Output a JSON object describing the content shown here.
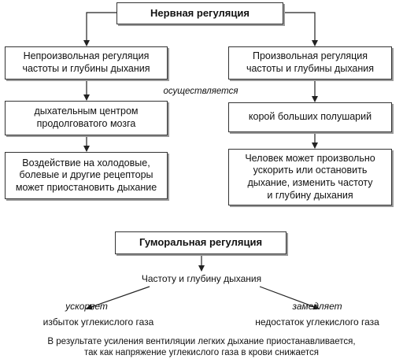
{
  "nervous": {
    "title": "Нервная регуляция",
    "involuntary": {
      "line1": "Непроизвольная регуляция",
      "line2": "частоты и глубины дыхания",
      "executor_line1": "дыхательным центром",
      "executor_line2": "продолговатого мозга",
      "effect_line1": "Воздействие на холодовые,",
      "effect_line2": "болевые и другие рецепторы",
      "effect_line3": "может приостановить дыхание"
    },
    "voluntary": {
      "line1": "Произвольная регуляция",
      "line2": "частоты и глубины дыхания",
      "executor": "корой больших полушарий",
      "effect_line1": "Человек может произвольно",
      "effect_line2": "ускорить или остановить",
      "effect_line3": "дыхание, изменить частоту",
      "effect_line4": "и глубину дыхания"
    },
    "connector_label": "осуществляется"
  },
  "humoral": {
    "title": "Гуморальная регуляция",
    "target": "Частоту и глубину дыхания",
    "accelerates_label": "ускоряет",
    "accelerates_cause": "избыток углекислого газа",
    "slows_label": "замедляет",
    "slows_cause": "недостаток углекислого газа",
    "note_line1": "В результате усиления вентиляции легких  дыхание приостанавливается,",
    "note_line2": "так как напряжение углекислого газа в крови снижается"
  }
}
